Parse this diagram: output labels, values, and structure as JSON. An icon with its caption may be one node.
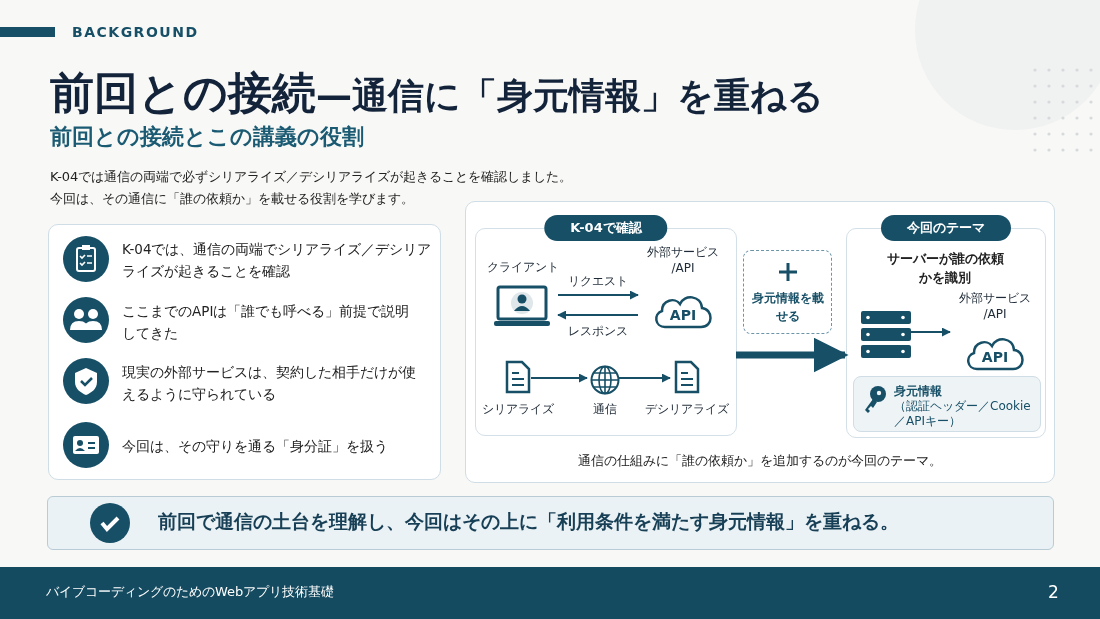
{
  "diagram": {
    "title": "**前回との接続**—通信に「身元情報」を重ねる",
    "nodes": [
      {
        "text": [
          "通信の仕組みに「誰の依頼か」を追加するのが今回のテーマ。"
        ]
      },
      {
        "text": [
          "K-04で確認"
        ],
        "in": 0
      },
      {
        "text": [
          "クライアント"
        ],
        "in": 1
      },
      {
        "text": [
          "外部サービス /API",
          "API"
        ],
        "in": 1
      },
      {
        "text": [
          "シリアライズ"
        ],
        "in": 1
      },
      {
        "text": [
          "通信"
        ],
        "in": 1
      },
      {
        "text": [
          "デシリアライズ"
        ],
        "in": 1
      },
      {
        "text": [
          "身元情報を載せる"
        ],
        "in": 0
      },
      {
        "text": [
          "今回のテーマ",
          "サーバーが誰の依頼かを識別"
        ],
        "in": 0
      },
      {
        "text": [],
        "shape": "server",
        "in": 8
      },
      {
        "text": [
          "外部サービス /API",
          "API"
        ],
        "in": 8
      },
      {
        "text": [
          "身元情報",
          "（認証ヘッダー／Cookie／APIキー）"
        ],
        "in": 8
      }
    ],
    "edges": [
      {
        "from": 2,
        "to": 3,
        "arrow": "to",
        "label": "リクエスト"
      },
      {
        "from": 3,
        "to": 2,
        "arrow": "to",
        "label": "レスポンス"
      },
      {
        "from": 4,
        "to": 5,
        "arrow": "to"
      },
      {
        "from": 5,
        "to": 6,
        "arrow": "to"
      },
      {
        "from": 1,
        "to": 8,
        "arrow": "to",
        "style": "thick"
      },
      {
        "from": 9,
        "to": 10,
        "arrow": "to"
      }
    ],
    "labels": [
      "BACKGROUND",
      "前回との接続とこの講義の役割",
      "K-04では通信の両端で必ずシリアライズ／デシリアライズが起きることを確認しました。今回は、その通信に「誰の依頼か」を載せる役割を学びます。",
      "K-04では、通信の両端でシリアライズ／デシリアライズが起きることを確認",
      "ここまでのAPIは「誰でも呼べる」前提で説明してきた",
      "現実の外部サービスは、契約した相手だけが使えるように守られている",
      "今回は、その守りを通る「身分証」を扱う",
      "前回で通信の土台を理解し、今回はその上に「利用条件を満たす身元情報」を重ねる。",
      "バイブコーディングのためのWebアプリ技術基礎",
      "2"
    ]
  }
}
